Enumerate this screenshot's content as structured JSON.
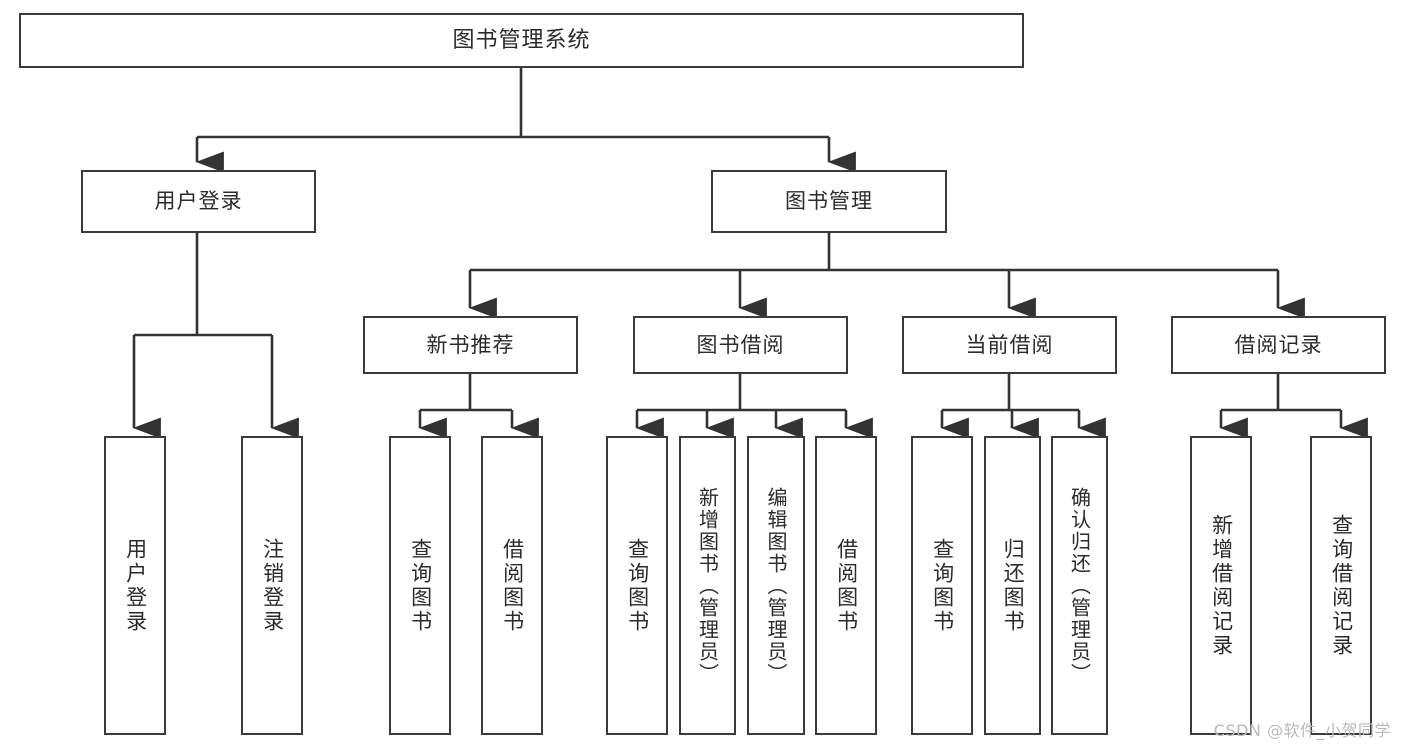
{
  "diagram": {
    "title": "图书管理系统",
    "type": "tree",
    "root": {
      "label": "图书管理系统"
    },
    "level2": [
      {
        "label": "用户登录"
      },
      {
        "label": "图书管理"
      }
    ],
    "level3": [
      {
        "label": "新书推荐"
      },
      {
        "label": "图书借阅"
      },
      {
        "label": "当前借阅"
      },
      {
        "label": "借阅记录"
      }
    ],
    "leaves": {
      "user_login": [
        {
          "label": "用户登录"
        },
        {
          "label": "注销登录"
        }
      ],
      "new_book_recommend": [
        {
          "label": "查询图书"
        },
        {
          "label": "借阅图书"
        }
      ],
      "book_borrow": [
        {
          "label": "查询图书"
        },
        {
          "label": "新增图书（管理员）"
        },
        {
          "label": "编辑图书（管理员）"
        },
        {
          "label": "借阅图书"
        }
      ],
      "current_borrow": [
        {
          "label": "查询图书"
        },
        {
          "label": "归还图书"
        },
        {
          "label": "确认归还（管理员）"
        }
      ],
      "borrow_record": [
        {
          "label": "新增借阅记录"
        },
        {
          "label": "查询借阅记录"
        }
      ]
    }
  },
  "watermark": {
    "text": "CSDN @软件_小贺同学"
  },
  "colors": {
    "box_border": "#3a3a3a",
    "box_fill": "#ffffff",
    "text": "#2b2b2b",
    "line": "#333333",
    "watermark": "#b9b9b9",
    "background": "#ffffff"
  }
}
